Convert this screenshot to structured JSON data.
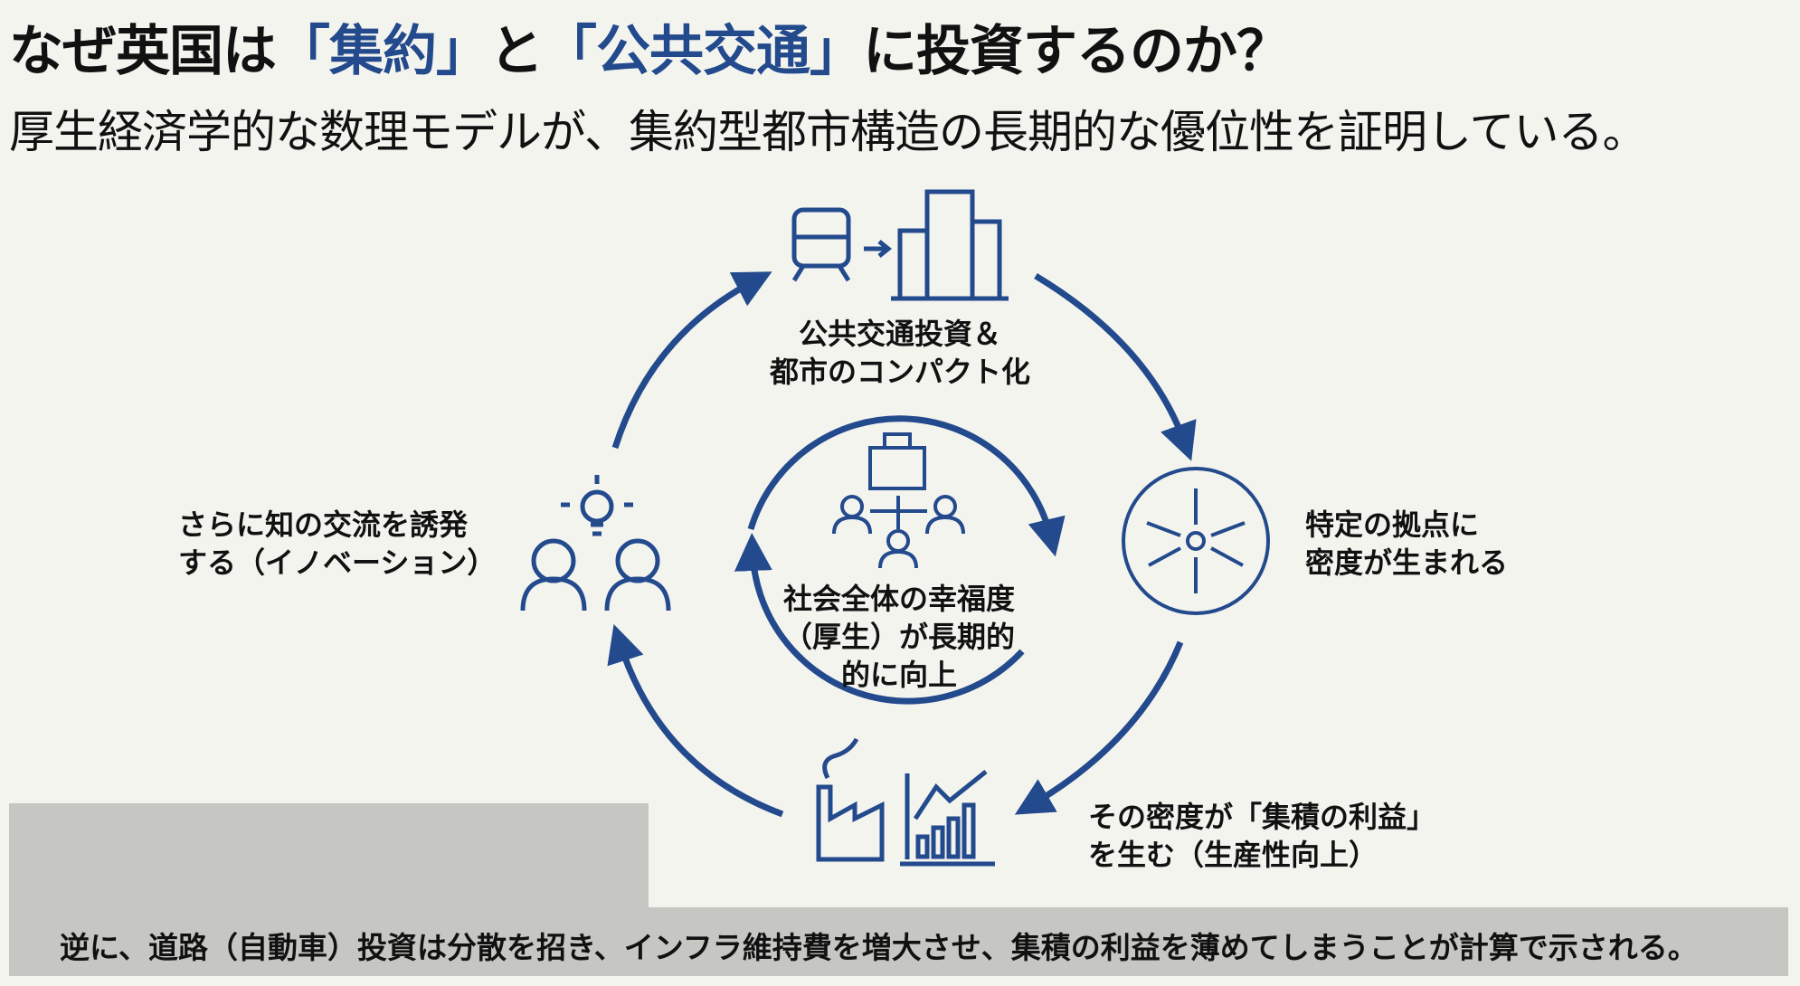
{
  "title": {
    "part1": "なぜ英国は",
    "hl1": "「集約」",
    "part2": "と",
    "hl2": "「公共交通」",
    "part3": "に投資するのか？"
  },
  "subtitle": "厚生経済学的な数理モデルが、集約型都市構造の長期的な優位性を証明している。",
  "cycle": {
    "top": {
      "line1": "公共交通投資＆",
      "line2": "都市のコンパクト化",
      "icon": "train-to-buildings-icon"
    },
    "right": {
      "line1": "特定の拠点に",
      "line2": "密度が生まれる",
      "icon": "converging-arrows-icon"
    },
    "bottom": {
      "line1": "その密度が「集積の利益」",
      "line2": "を生む（生産性向上）",
      "icon": "factory-growth-chart-icon"
    },
    "left": {
      "line1": "さらに知の交流を誘発",
      "line2": "する（イノベーション）",
      "icon": "people-idea-icon"
    },
    "center": {
      "line1": "社会全体の幸福度",
      "line2": "（厚生）が長期的",
      "line3": "的に向上",
      "icon": "community-city-icon"
    }
  },
  "footer": "逆に、道路（自動車）投資は分散を招き、インフラ維持費を増大させ、集積の利益を薄めてしまうことが計算で示される。",
  "colors": {
    "accent": "#234a8c",
    "background": "#f4f4ef",
    "band": "#c6c6c3"
  }
}
